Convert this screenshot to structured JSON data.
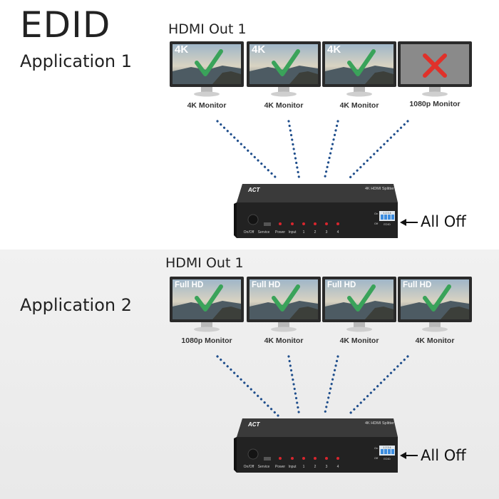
{
  "title": "EDID",
  "applications": [
    {
      "label": "Application 1",
      "hdmi_label": "HDMI Out 1",
      "monitors": [
        {
          "badge": "4K",
          "status": "check",
          "caption": "4K Monitor"
        },
        {
          "badge": "4K",
          "status": "check",
          "caption": "4K Monitor"
        },
        {
          "badge": "4K",
          "status": "check",
          "caption": "4K Monitor"
        },
        {
          "badge": "",
          "status": "cross",
          "caption": "1080p Monitor"
        }
      ],
      "splitter": {
        "brand": "ACT",
        "model": "4K HDMI Splitter",
        "labels": [
          "On/Off",
          "Service",
          "Power",
          "Input",
          "1",
          "2",
          "3",
          "4"
        ],
        "dip_on": "On",
        "dip_off": "Off",
        "dip_numbers": "1 2 3 4",
        "dip_caption": "EDID"
      },
      "switch_state": "All Off"
    },
    {
      "label": "Application 2",
      "hdmi_label": "HDMI Out 1",
      "monitors": [
        {
          "badge": "Full HD",
          "status": "check",
          "caption": "1080p Monitor"
        },
        {
          "badge": "Full HD",
          "status": "check",
          "caption": "4K Monitor"
        },
        {
          "badge": "Full HD",
          "status": "check",
          "caption": "4K Monitor"
        },
        {
          "badge": "Full HD",
          "status": "check",
          "caption": "4K Monitor"
        }
      ],
      "splitter": {
        "brand": "ACT",
        "model": "4K HDMI Splitter",
        "labels": [
          "On/Off",
          "Service",
          "Power",
          "Input",
          "1",
          "2",
          "3",
          "4"
        ],
        "dip_on": "On",
        "dip_off": "Off",
        "dip_numbers": "1 2 3 4",
        "dip_caption": "EDID"
      },
      "switch_state": "All Off"
    }
  ],
  "colors": {
    "check": "#3aa35a",
    "cross": "#e0312a",
    "dots": "#1f4e8c",
    "led": "#d9262e",
    "dip": "#3c8de0"
  }
}
